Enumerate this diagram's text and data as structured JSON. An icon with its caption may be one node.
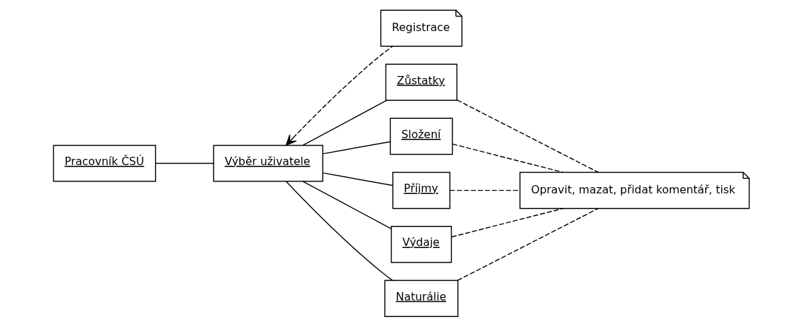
{
  "diagram": {
    "nodes": [
      {
        "text": [
          "Pracovník ČSÚ"
        ]
      },
      {
        "text": [
          "Výběr uživatele"
        ]
      },
      {
        "text": [
          "Registrace"
        ]
      },
      {
        "text": [
          "Zůstatky"
        ]
      },
      {
        "text": [
          "Složení"
        ]
      },
      {
        "text": [
          "Příjmy"
        ]
      },
      {
        "text": [
          "Výdaje"
        ]
      },
      {
        "text": [
          "Naturálie"
        ]
      },
      {
        "text": [
          "Opravit, mazat, přidat komentář, tisk"
        ]
      }
    ],
    "edges": [
      {
        "from": 0,
        "to": 1,
        "arrow": "none"
      },
      {
        "from": 2,
        "to": 1,
        "arrow": "to",
        "style": "dashed"
      },
      {
        "from": 1,
        "to": 3,
        "arrow": "none"
      },
      {
        "from": 1,
        "to": 4,
        "arrow": "none"
      },
      {
        "from": 1,
        "to": 5,
        "arrow": "none"
      },
      {
        "from": 1,
        "to": 6,
        "arrow": "none"
      },
      {
        "from": 1,
        "to": 7,
        "arrow": "none"
      },
      {
        "from": 3,
        "to": 8,
        "arrow": "none",
        "style": "dashed"
      },
      {
        "from": 4,
        "to": 8,
        "arrow": "none",
        "style": "dashed"
      },
      {
        "from": 5,
        "to": 8,
        "arrow": "none",
        "style": "dashed"
      },
      {
        "from": 6,
        "to": 8,
        "arrow": "none",
        "style": "dashed"
      },
      {
        "from": 7,
        "to": 8,
        "arrow": "none",
        "style": "dashed"
      }
    ]
  }
}
